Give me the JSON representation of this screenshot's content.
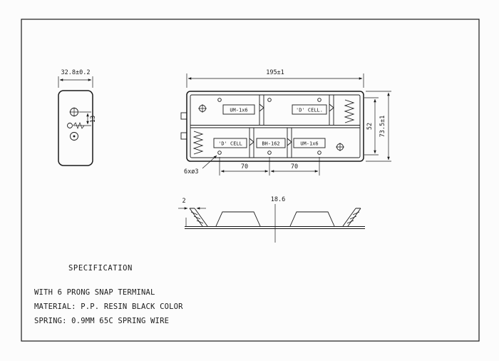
{
  "drawing": {
    "side_view": {
      "width_dim": "32.8±0.2",
      "pitch_dim": "13"
    },
    "top_view": {
      "length_dim": "195±1",
      "overall_height_dim": "73.5±1",
      "inner_height_dim": "52",
      "hole_pitch_dim_1": "70",
      "hole_pitch_dim_2": "70",
      "hole_callout": "6xø3",
      "labels": {
        "top_left_cell": "UM-1x6",
        "top_right_cell": "'D' CELL.",
        "bottom_left_cell": "'D' CELL",
        "bottom_center_model": "BH-162",
        "bottom_right_cell": "UM-1x6"
      }
    },
    "section_view": {
      "wall_thickness_dim": "2",
      "rib_dim": "18.6"
    },
    "notes": {
      "title": "SPECIFICATION",
      "line1": "WITH 6 PRONG SNAP TERMINAL",
      "line2": "MATERIAL: P.P. RESIN BLACK COLOR",
      "line3": "SPRING: 0.9MM 65C SPRING WIRE"
    }
  }
}
